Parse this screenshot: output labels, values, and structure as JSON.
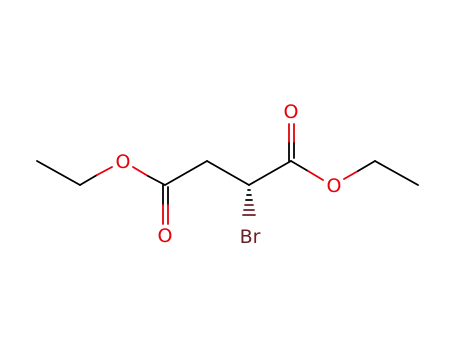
{
  "molecule": {
    "atoms": {
      "o_ether_left": "O",
      "o_carbonyl_left": "O",
      "o_carbonyl_right": "O",
      "o_ether_right": "O",
      "br": "Br"
    },
    "colors": {
      "carbon_bond": "#000000",
      "oxygen": "#e8000b",
      "bromine": "#6b2128"
    },
    "stereo": {
      "bromine_bond": "hashed-wedge"
    }
  }
}
